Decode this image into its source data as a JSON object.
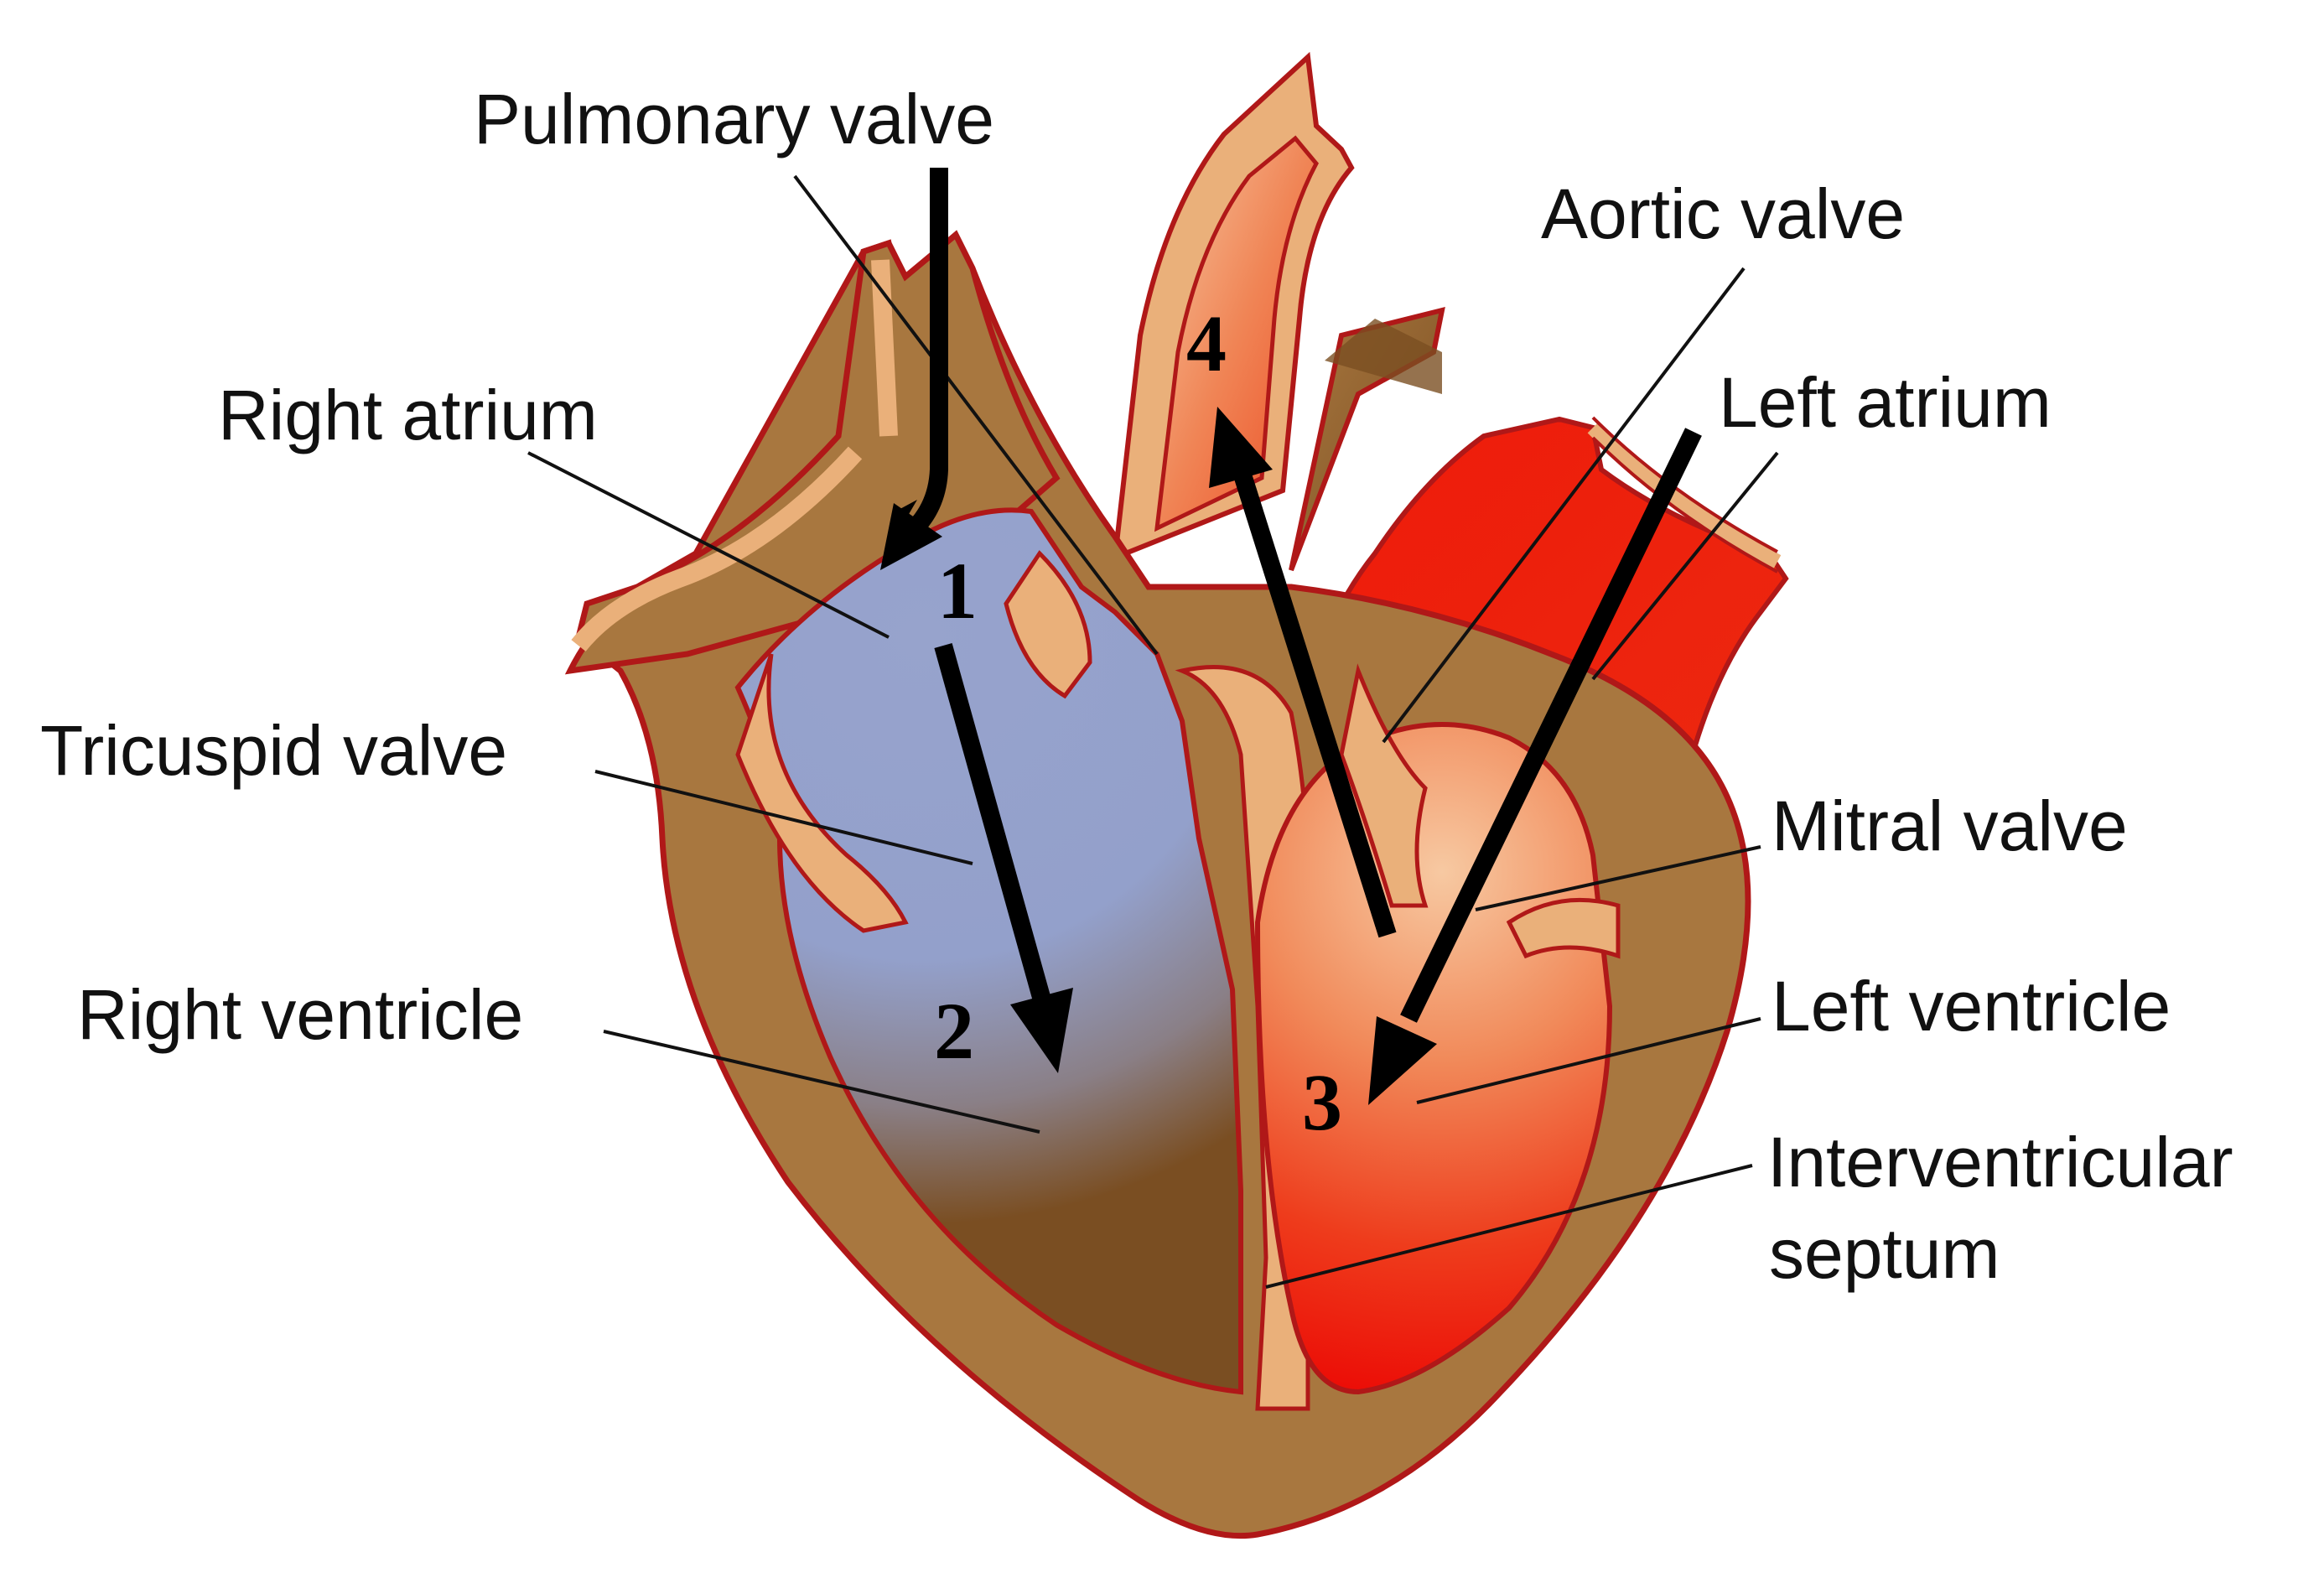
{
  "labels": {
    "pulmonary_valve": "Pulmonary valve",
    "aortic_valve": "Aortic valve",
    "right_atrium": "Right atrium",
    "left_atrium": "Left atrium",
    "tricuspid_valve": "Tricuspid valve",
    "mitral_valve": "Mitral valve",
    "right_ventricle": "Right ventricle",
    "left_ventricle": "Left ventricle",
    "interventricular_septum_line1": "Interventricular",
    "interventricular_septum_line2": "septum"
  },
  "steps": {
    "step1": "1",
    "step2": "2",
    "step3": "3",
    "step4": "4"
  },
  "colors": {
    "muscle": "#a8773f",
    "outline": "#b01818",
    "deoxygenated": "#97a3cc",
    "oxygenated": "#ee1a0a",
    "text": "#111111"
  }
}
